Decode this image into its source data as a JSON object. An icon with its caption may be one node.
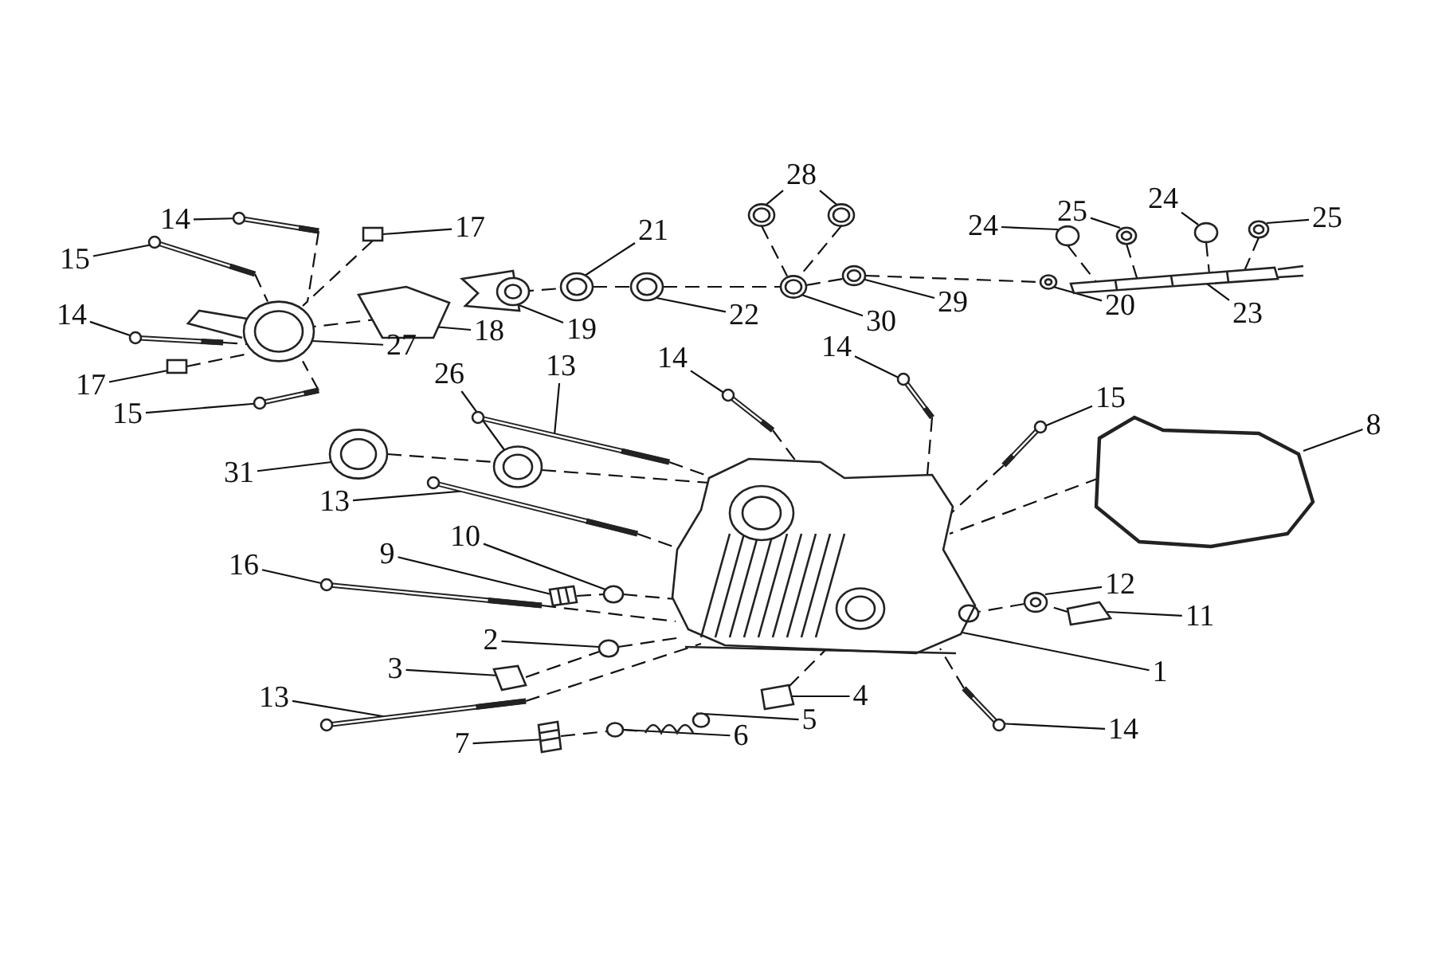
{
  "diagram": {
    "nodes": [
      {
        "text": [
          "14"
        ]
      },
      {
        "text": [
          "17"
        ]
      },
      {
        "text": [
          "21"
        ]
      },
      {
        "text": [
          "28"
        ]
      },
      {
        "text": [
          "24"
        ]
      },
      {
        "text": [
          "25"
        ]
      },
      {
        "text": [
          "24"
        ]
      },
      {
        "text": [
          "25"
        ]
      },
      {
        "text": [
          "15"
        ]
      },
      {
        "text": [
          "14"
        ]
      },
      {
        "text": [
          "29"
        ]
      },
      {
        "text": [
          "20"
        ]
      },
      {
        "text": [
          "23"
        ]
      },
      {
        "text": [
          "19"
        ]
      },
      {
        "text": [
          "18"
        ]
      },
      {
        "text": [
          "22"
        ]
      },
      {
        "text": [
          "30"
        ]
      },
      {
        "text": [
          "27"
        ]
      },
      {
        "text": [
          "14"
        ]
      },
      {
        "text": [
          "14"
        ]
      },
      {
        "text": [
          "13"
        ]
      },
      {
        "text": [
          "26"
        ]
      },
      {
        "text": [
          "17"
        ]
      },
      {
        "text": [
          "15"
        ]
      },
      {
        "text": [
          "15"
        ]
      },
      {
        "text": [
          "8"
        ]
      },
      {
        "text": [
          "31"
        ]
      },
      {
        "text": [
          "13"
        ]
      },
      {
        "text": [
          "10"
        ]
      },
      {
        "text": [
          "9"
        ]
      },
      {
        "text": [
          "16"
        ]
      },
      {
        "text": [
          "12"
        ]
      },
      {
        "text": [
          "11"
        ]
      },
      {
        "text": [
          "2"
        ]
      },
      {
        "text": [
          "3"
        ]
      },
      {
        "text": [
          "1"
        ]
      },
      {
        "text": [
          "4"
        ]
      },
      {
        "text": [
          "13"
        ]
      },
      {
        "text": [
          "5"
        ]
      },
      {
        "text": [
          "14"
        ]
      },
      {
        "text": [
          "6"
        ]
      },
      {
        "text": [
          "7"
        ]
      },
      {
        "text": [],
        "shape": "bar"
      },
      {
        "text": [],
        "shape": "box"
      },
      {
        "text": [],
        "shape": "circle"
      },
      {
        "text": [],
        "shape": "circle"
      },
      {
        "text": [],
        "shape": "circle"
      },
      {
        "text": [],
        "shape": "circle"
      },
      {
        "text": [],
        "shape": "circle"
      },
      {
        "text": [],
        "shape": "circle"
      },
      {
        "text": [],
        "shape": "circle"
      },
      {
        "text": [],
        "shape": "bar"
      },
      {
        "text": [],
        "shape": "bar"
      },
      {
        "text": [],
        "shape": "circle"
      },
      {
        "text": [],
        "shape": "circle"
      },
      {
        "text": [],
        "shape": "picture"
      },
      {
        "text": [],
        "shape": "picture"
      },
      {
        "text": [],
        "shape": "picture"
      },
      {
        "text": [],
        "shape": "circle"
      },
      {
        "text": [],
        "shape": "circle"
      },
      {
        "text": [],
        "shape": "picture"
      },
      {
        "text": [],
        "shape": "bar"
      },
      {
        "text": [],
        "shape": "bar"
      },
      {
        "text": [],
        "shape": "bar"
      },
      {
        "text": [],
        "shape": "circle"
      },
      {
        "text": [],
        "shape": "box"
      },
      {
        "text": [],
        "shape": "bar"
      },
      {
        "text": [],
        "shape": "bar"
      },
      {
        "text": [],
        "shape": "picture"
      },
      {
        "text": [],
        "shape": "circle"
      },
      {
        "text": [],
        "shape": "bar"
      },
      {
        "text": [],
        "shape": "circle"
      },
      {
        "text": [],
        "shape": "picture"
      },
      {
        "text": [],
        "shape": "bar"
      },
      {
        "text": [],
        "shape": "circle"
      },
      {
        "text": [],
        "shape": "picture"
      },
      {
        "text": [],
        "shape": "circle"
      },
      {
        "text": [],
        "shape": "picture"
      },
      {
        "text": [],
        "shape": "picture"
      },
      {
        "text": [],
        "shape": "picture"
      },
      {
        "text": [],
        "shape": "bar"
      },
      {
        "text": [],
        "shape": "picture"
      },
      {
        "text": [],
        "shape": "bar"
      },
      {
        "text": [],
        "shape": "circle"
      },
      {
        "text": [],
        "shape": "picture"
      }
    ],
    "edges": [
      {
        "from": 0,
        "to": 42,
        "arrow": "none"
      },
      {
        "from": 1,
        "to": 43,
        "arrow": "none"
      },
      {
        "from": 2,
        "to": 44,
        "arrow": "none"
      },
      {
        "from": 3,
        "to": 45,
        "arrow": "none"
      },
      {
        "from": 3,
        "to": 46,
        "arrow": "none"
      },
      {
        "from": 4,
        "to": 47,
        "arrow": "none"
      },
      {
        "from": 5,
        "to": 48,
        "arrow": "none"
      },
      {
        "from": 6,
        "to": 49,
        "arrow": "none"
      },
      {
        "from": 7,
        "to": 50,
        "arrow": "none"
      },
      {
        "from": 8,
        "to": 51,
        "arrow": "none"
      },
      {
        "from": 9,
        "to": 52,
        "arrow": "none"
      },
      {
        "from": 10,
        "to": 53,
        "arrow": "none"
      },
      {
        "from": 11,
        "to": 54,
        "arrow": "none"
      },
      {
        "from": 12,
        "to": 55,
        "arrow": "none"
      },
      {
        "from": 13,
        "to": 56,
        "arrow": "none"
      },
      {
        "from": 14,
        "to": 57,
        "arrow": "none"
      },
      {
        "from": 15,
        "to": 58,
        "arrow": "none"
      },
      {
        "from": 16,
        "to": 59,
        "arrow": "none"
      },
      {
        "from": 17,
        "to": 60,
        "arrow": "none"
      },
      {
        "from": 18,
        "to": 61,
        "arrow": "none"
      },
      {
        "from": 19,
        "to": 62,
        "arrow": "none"
      },
      {
        "from": 20,
        "to": 63,
        "arrow": "none"
      },
      {
        "from": 21,
        "to": 64,
        "arrow": "none"
      },
      {
        "from": 22,
        "to": 65,
        "arrow": "none"
      },
      {
        "from": 23,
        "to": 66,
        "arrow": "none"
      },
      {
        "from": 24,
        "to": 67,
        "arrow": "none"
      },
      {
        "from": 25,
        "to": 68,
        "arrow": "none"
      },
      {
        "from": 26,
        "to": 69,
        "arrow": "none"
      },
      {
        "from": 27,
        "to": 70,
        "arrow": "none"
      },
      {
        "from": 28,
        "to": 71,
        "arrow": "none"
      },
      {
        "from": 29,
        "to": 72,
        "arrow": "none"
      },
      {
        "from": 30,
        "to": 73,
        "arrow": "none"
      },
      {
        "from": 31,
        "to": 74,
        "arrow": "none"
      },
      {
        "from": 32,
        "to": 75,
        "arrow": "none"
      },
      {
        "from": 33,
        "to": 76,
        "arrow": "none"
      },
      {
        "from": 34,
        "to": 77,
        "arrow": "none"
      },
      {
        "from": 35,
        "to": 78,
        "arrow": "none"
      },
      {
        "from": 36,
        "to": 79,
        "arrow": "none"
      },
      {
        "from": 37,
        "to": 80,
        "arrow": "none"
      },
      {
        "from": 38,
        "to": 81,
        "arrow": "none"
      },
      {
        "from": 39,
        "to": 82,
        "arrow": "none"
      },
      {
        "from": 40,
        "to": 83,
        "arrow": "none"
      },
      {
        "from": 41,
        "to": 84,
        "arrow": "none"
      },
      {
        "from": 56,
        "to": 44,
        "arrow": "none",
        "style": "dashed"
      },
      {
        "from": 44,
        "to": 58,
        "arrow": "none",
        "style": "dashed"
      },
      {
        "from": 58,
        "to": 59,
        "arrow": "none",
        "style": "dashed"
      },
      {
        "from": 59,
        "to": 53,
        "arrow": "none",
        "style": "dashed"
      },
      {
        "from": 53,
        "to": 54,
        "arrow": "none",
        "style": "dashed"
      },
      {
        "from": 45,
        "to": 59,
        "arrow": "none",
        "style": "dashed"
      },
      {
        "from": 46,
        "to": 59,
        "arrow": "none",
        "style": "dashed"
      },
      {
        "from": 47,
        "to": 55,
        "arrow": "none",
        "style": "dashed"
      },
      {
        "from": 48,
        "to": 55,
        "arrow": "none",
        "style": "dashed"
      },
      {
        "from": 49,
        "to": 55,
        "arrow": "none",
        "style": "dashed"
      },
      {
        "from": 50,
        "to": 55,
        "arrow": "none",
        "style": "dashed"
      },
      {
        "from": 42,
        "to": 60,
        "arrow": "none",
        "style": "dashed"
      },
      {
        "from": 51,
        "to": 60,
        "arrow": "none",
        "style": "dashed"
      },
      {
        "from": 43,
        "to": 60,
        "arrow": "none",
        "style": "dashed"
      },
      {
        "from": 57,
        "to": 60,
        "arrow": "none",
        "style": "dashed"
      },
      {
        "from": 52,
        "to": 60,
        "arrow": "none",
        "style": "dashed"
      },
      {
        "from": 66,
        "to": 60,
        "arrow": "none",
        "style": "dashed"
      },
      {
        "from": 65,
        "to": 60,
        "arrow": "none",
        "style": "dashed"
      },
      {
        "from": 69,
        "to": 64,
        "arrow": "none",
        "style": "dashed"
      },
      {
        "from": 64,
        "to": 78,
        "arrow": "none",
        "style": "dashed"
      },
      {
        "from": 63,
        "to": 78,
        "arrow": "none",
        "style": "dashed"
      },
      {
        "from": 70,
        "to": 78,
        "arrow": "none",
        "style": "dashed"
      },
      {
        "from": 73,
        "to": 78,
        "arrow": "none",
        "style": "dashed"
      },
      {
        "from": 80,
        "to": 78,
        "arrow": "none",
        "style": "dashed"
      },
      {
        "from": 62,
        "to": 78,
        "arrow": "none",
        "style": "dashed"
      },
      {
        "from": 61,
        "to": 78,
        "arrow": "none",
        "style": "dashed"
      },
      {
        "from": 67,
        "to": 78,
        "arrow": "none",
        "style": "dashed"
      },
      {
        "from": 68,
        "to": 78,
        "arrow": "none",
        "style": "dashed"
      },
      {
        "from": 82,
        "to": 78,
        "arrow": "none",
        "style": "dashed"
      },
      {
        "from": 72,
        "to": 71,
        "arrow": "none",
        "style": "dashed"
      },
      {
        "from": 71,
        "to": 78,
        "arrow": "none",
        "style": "dashed"
      },
      {
        "from": 77,
        "to": 76,
        "arrow": "none",
        "style": "dashed"
      },
      {
        "from": 76,
        "to": 78,
        "arrow": "none",
        "style": "dashed"
      },
      {
        "from": 79,
        "to": 78,
        "arrow": "none",
        "style": "dashed"
      },
      {
        "from": 84,
        "to": 83,
        "arrow": "none",
        "style": "dashed"
      },
      {
        "from": 83,
        "to": 81,
        "arrow": "none",
        "style": "dashed"
      },
      {
        "from": 75,
        "to": 74,
        "arrow": "none",
        "style": "dashed"
      },
      {
        "from": 74,
        "to": 78,
        "arrow": "none",
        "style": "dashed"
      }
    ]
  }
}
